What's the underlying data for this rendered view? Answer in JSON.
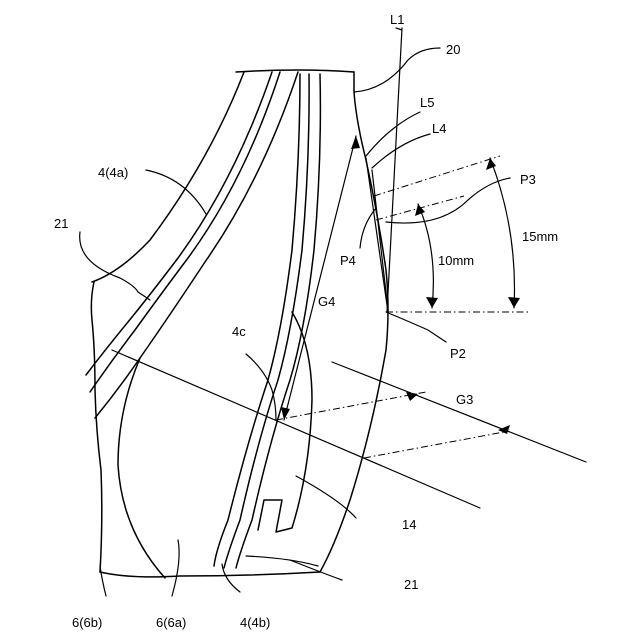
{
  "labels": {
    "l1": "L1",
    "n20": "20",
    "l5": "L5",
    "l4": "L4",
    "p3": "P3",
    "dim15": "15mm",
    "n4a": "4(4a)",
    "n21_top": "21",
    "p4": "P4",
    "dim10": "10mm",
    "g4": "G4",
    "n4c": "4c",
    "p2": "P2",
    "g3": "G3",
    "n14": "14",
    "n21_bottom": "21",
    "n6b": "6(6b)",
    "n6a": "6(6a)",
    "n4b": "4(4b)"
  }
}
